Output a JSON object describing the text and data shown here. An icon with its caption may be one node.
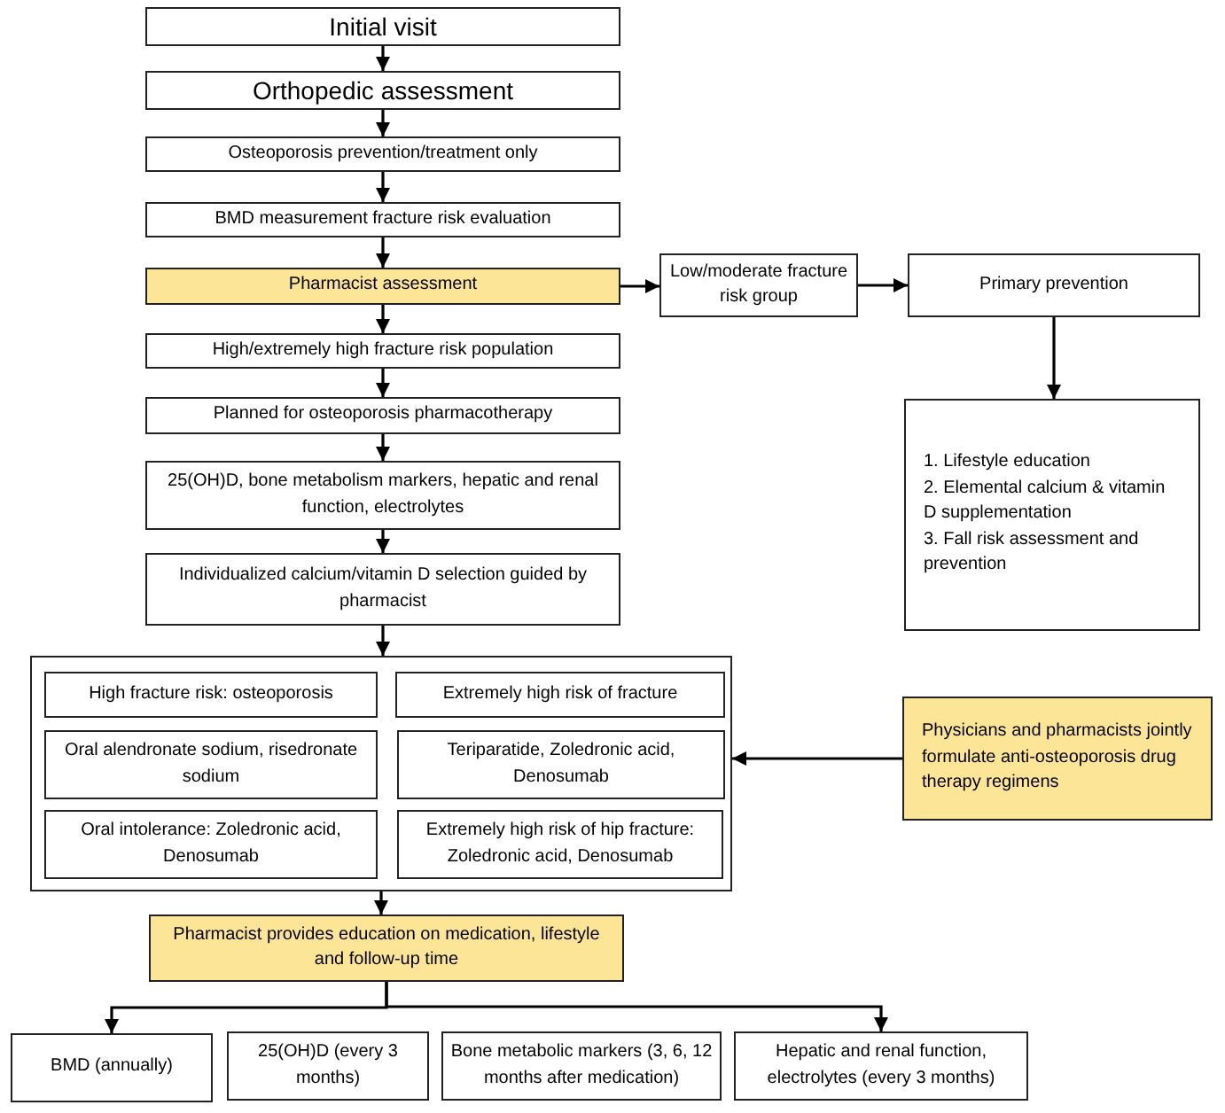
{
  "diagram": {
    "nodes": [
      {
        "text": [
          "Initial visit"
        ]
      },
      {
        "text": [
          "Orthopedic assessment"
        ]
      },
      {
        "text": [
          "Osteoporosis prevention/treatment only"
        ]
      },
      {
        "text": [
          "BMD measurement fracture risk evaluation"
        ]
      },
      {
        "text": [
          "Pharmacist assessment"
        ]
      },
      {
        "text": [
          "Low/moderate fracture risk group"
        ]
      },
      {
        "text": [
          "Primary prevention"
        ]
      },
      {
        "text": [
          "1. Lifestyle education",
          "2. Elemental calcium & vitamin D supplementation",
          "3. Fall risk assessment and prevention"
        ]
      },
      {
        "text": [
          "High/extremely high fracture risk population"
        ]
      },
      {
        "text": [
          "Planned for osteoporosis pharmacotherapy"
        ]
      },
      {
        "text": [
          "25(OH)D, bone metabolism markers, hepatic and renal function, electrolytes"
        ]
      },
      {
        "text": [
          "Individualized calcium/vitamin D selection guided by pharmacist"
        ]
      },
      {
        "text": [],
        "shape": "box"
      },
      {
        "text": [
          "High fracture risk: osteoporosis"
        ],
        "in": 12
      },
      {
        "text": [
          "Extremely high risk of fracture"
        ],
        "in": 12
      },
      {
        "text": [
          "Oral alendronate sodium, risedronate sodium"
        ],
        "in": 12
      },
      {
        "text": [
          "Teriparatide, Zoledronic acid, Denosumab"
        ],
        "in": 12
      },
      {
        "text": [
          "Oral intolerance: Zoledronic acid, Denosumab"
        ],
        "in": 12
      },
      {
        "text": [
          "Extremely high risk of hip fracture: Zoledronic acid, Denosumab"
        ],
        "in": 12
      },
      {
        "text": [
          "Physicians and pharmacists jointly formulate anti-osteoporosis drug therapy regimens"
        ]
      },
      {
        "text": [
          "Pharmacist provides education on medication, lifestyle and follow-up time"
        ]
      },
      {
        "text": [
          "BMD (annually)"
        ]
      },
      {
        "text": [
          "25(OH)D (every 3 months)"
        ]
      },
      {
        "text": [
          "Bone metabolic markers (3, 6, 12 months after medication)"
        ]
      },
      {
        "text": [
          "Hepatic and renal function, electrolytes (every 3 months)"
        ]
      }
    ],
    "edges": [
      {
        "from": 0,
        "to": 1,
        "arrow": "to"
      },
      {
        "from": 1,
        "to": 2,
        "arrow": "to"
      },
      {
        "from": 2,
        "to": 3,
        "arrow": "to"
      },
      {
        "from": 3,
        "to": 4,
        "arrow": "to"
      },
      {
        "from": 4,
        "to": 5,
        "arrow": "to"
      },
      {
        "from": 5,
        "to": 6,
        "arrow": "to"
      },
      {
        "from": 6,
        "to": 7,
        "arrow": "to"
      },
      {
        "from": 4,
        "to": 8,
        "arrow": "to"
      },
      {
        "from": 8,
        "to": 9,
        "arrow": "to"
      },
      {
        "from": 9,
        "to": 10,
        "arrow": "to"
      },
      {
        "from": 10,
        "to": 11,
        "arrow": "to"
      },
      {
        "from": 11,
        "to": 12,
        "arrow": "to"
      },
      {
        "from": 19,
        "to": 12,
        "arrow": "to"
      },
      {
        "from": 12,
        "to": 20,
        "arrow": "to"
      },
      {
        "from": 20,
        "to": 21,
        "arrow": "to"
      },
      {
        "from": 20,
        "to": 24,
        "arrow": "to"
      }
    ]
  }
}
